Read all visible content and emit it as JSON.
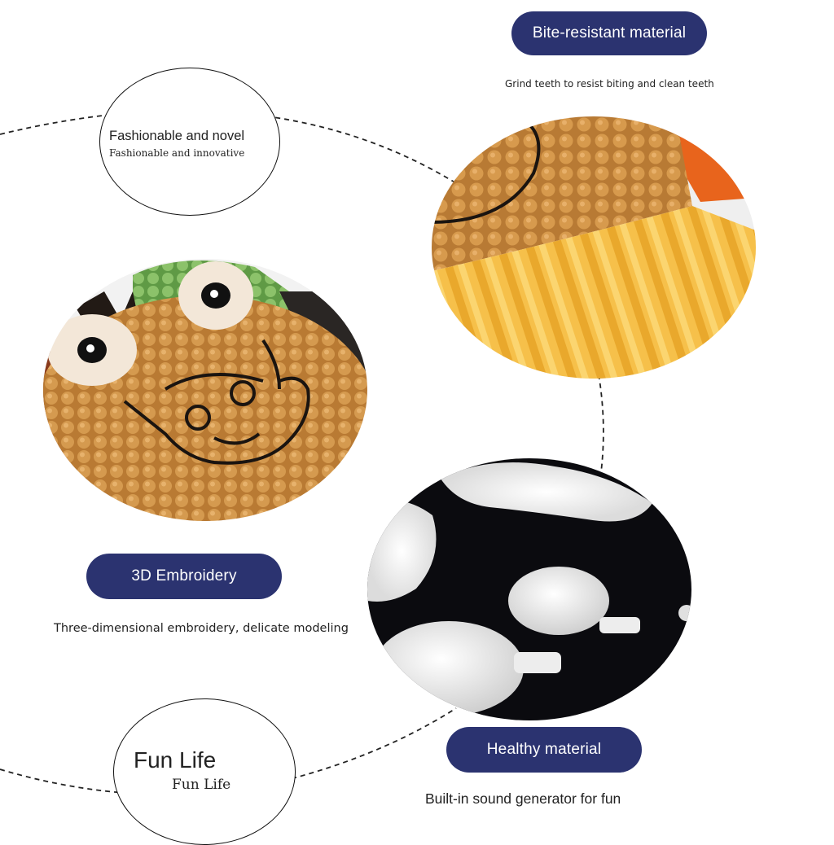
{
  "bite": {
    "title": "Bite-resistant material",
    "caption": "Grind teeth to resist biting and clean teeth"
  },
  "fashion": {
    "title": "Fashionable and novel",
    "subtitle": "Fashionable and innovative"
  },
  "embroidery": {
    "title": "3D Embroidery",
    "caption": "Three-dimensional embroidery, delicate modeling"
  },
  "healthy": {
    "title": "Healthy material",
    "caption": "Built-in sound generator for fun"
  },
  "funlife": {
    "title": "Fun Life",
    "subtitle": "Fun Life"
  },
  "colors": {
    "pill": "#2b3370",
    "knit": "#c98a3e",
    "stripe": "#f0b43a",
    "dark": "#0b0b0f"
  }
}
